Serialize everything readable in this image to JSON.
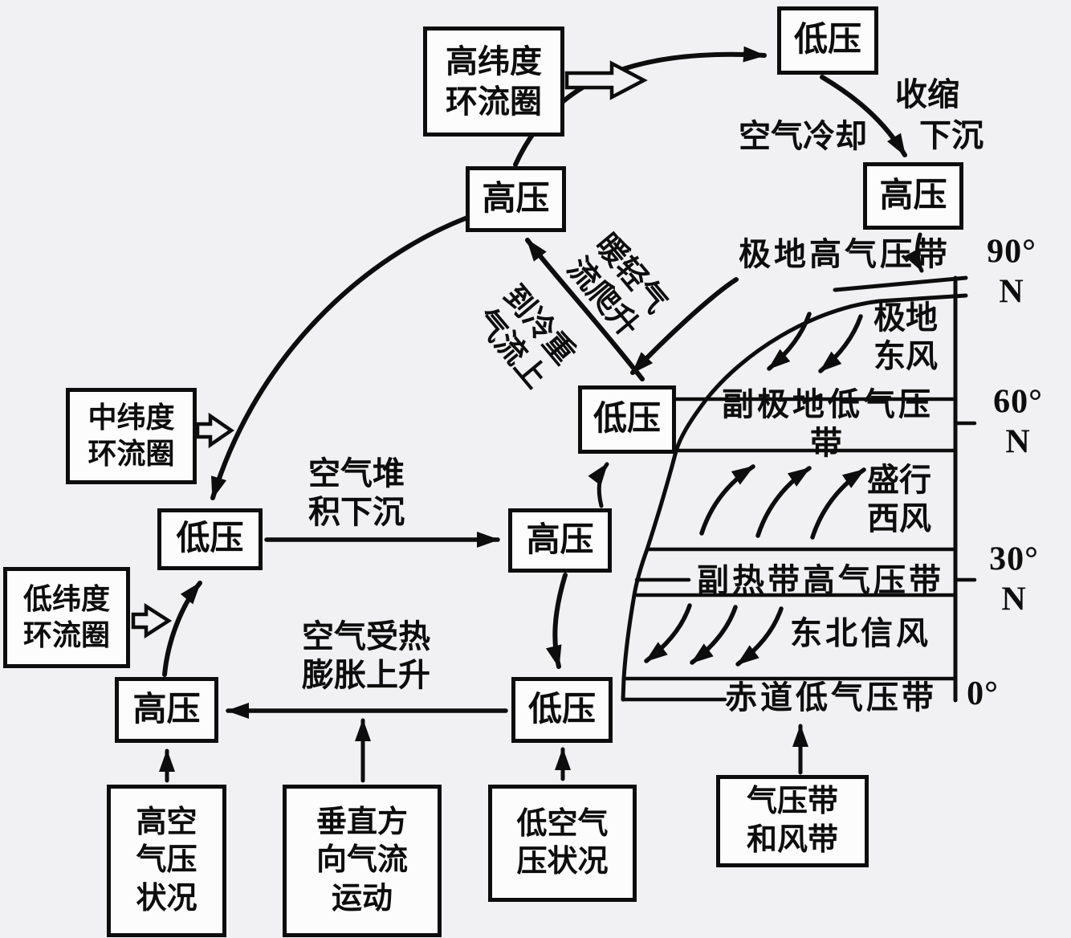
{
  "colors": {
    "background": "#f1f1f3",
    "ink": "#0d0d0d",
    "box_fill": "#fcfcfd"
  },
  "cells": {
    "high": "高纬度\n环流圈",
    "mid": "中纬度\n环流圈",
    "low": "低纬度\n环流圈"
  },
  "pressures": {
    "low": "低压",
    "high": "高压"
  },
  "flows": {
    "contract": "收缩",
    "air_cools": "空气冷却",
    "sink": "下沉",
    "warm_light_climb": "暖轻气\n流爬升",
    "onto_cold_heavy": "到冷重\n气流上",
    "pile_up_sink": "空气堆\n积下沉",
    "heated_expand_rise": "空气受热\n膨胀上升"
  },
  "belts": {
    "polar_high": {
      "name": "极地高气压带",
      "lat": "90° N"
    },
    "polar_easterlies": {
      "name": "极地\n东风"
    },
    "subpolar_low": {
      "name": "副极地低气压带",
      "lat": "60° N"
    },
    "westerlies": {
      "name": "盛行\n西风"
    },
    "subtropical_high": {
      "name": "副热带高气压带",
      "lat": "30° N"
    },
    "ne_trades": {
      "name": "东北信风"
    },
    "equatorial_low": {
      "name": "赤道低气压带",
      "lat": "0°"
    }
  },
  "notes": {
    "upper": "高空\n气压\n状况",
    "vertical": "垂直方\n向气流\n运动",
    "surface": "低空气\n压状况",
    "belts_box": "气压带\n和风带"
  }
}
